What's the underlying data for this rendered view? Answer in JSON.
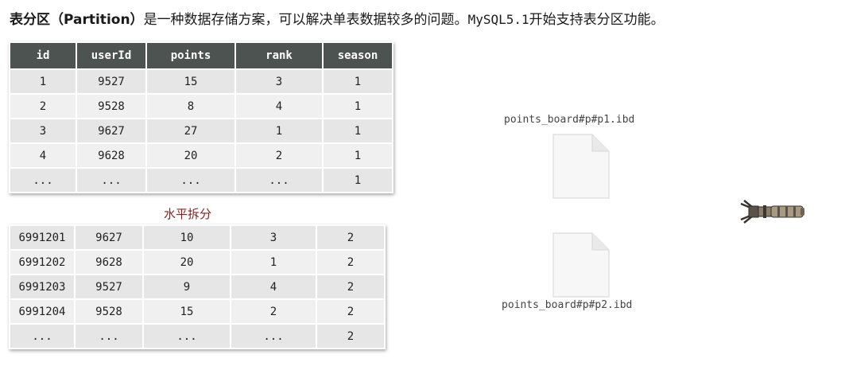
{
  "title": {
    "bold": "表分区（Partition）",
    "text_before_mysql": "是一种数据存储方案，可以解决单表数据较多的问题。",
    "mysql": "MySQL5.1",
    "text_after_mysql": "开始支持表分区功能。"
  },
  "table": {
    "columns": [
      "id",
      "userId",
      "points",
      "rank",
      "season"
    ],
    "top_rows": [
      [
        "1",
        "9527",
        "15",
        "3",
        "1"
      ],
      [
        "2",
        "9528",
        "8",
        "4",
        "1"
      ],
      [
        "3",
        "9627",
        "27",
        "1",
        "1"
      ],
      [
        "4",
        "9628",
        "20",
        "2",
        "1"
      ],
      [
        "...",
        "...",
        "...",
        "...",
        "1"
      ]
    ],
    "bottom_rows": [
      [
        "6991201",
        "9627",
        "10",
        "3",
        "2"
      ],
      [
        "6991202",
        "9628",
        "20",
        "1",
        "2"
      ],
      [
        "6991203",
        "9527",
        "9",
        "4",
        "2"
      ],
      [
        "6991204",
        "9528",
        "15",
        "2",
        "2"
      ],
      [
        "...",
        "...",
        "...",
        "...",
        "2"
      ]
    ]
  },
  "split_label": "水平拆分",
  "files": {
    "p1": "points_board#p#p1.ibd",
    "p2": "points_board#p#p2.ibd"
  },
  "icons": [
    "file-icon",
    "sonic-screwdriver-icon"
  ]
}
